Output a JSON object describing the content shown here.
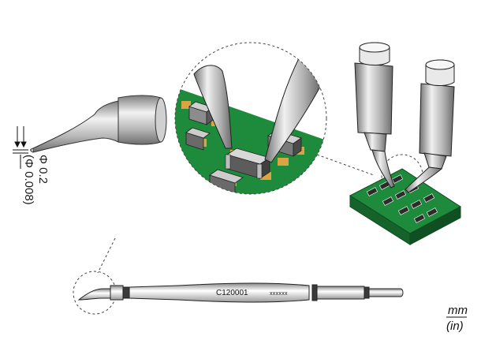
{
  "tip": {
    "model": "C120001",
    "code": "xxxxxx",
    "dimension": {
      "mm": "Φ 0.2",
      "in": "(Φ 0.008)"
    }
  },
  "units": {
    "primary": "mm",
    "secondary": "(in)"
  },
  "colors": {
    "pcb": "#1e8a3c",
    "pcb_side": "#15632b",
    "pad": "#d9a441",
    "metal_light": "#e6e6e6",
    "metal_dark": "#8c8c8c"
  }
}
